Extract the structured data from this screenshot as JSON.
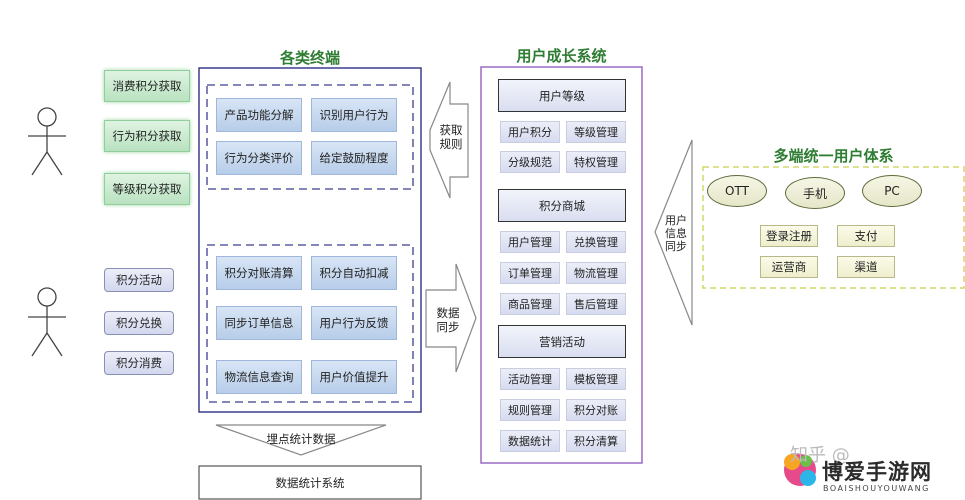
{
  "terminals": {
    "title": "各类终端",
    "top_group": [
      "产品功能分解",
      "识别用户行为",
      "行为分类评价",
      "给定鼓励程度"
    ],
    "bottom_group": [
      "积分对账清算",
      "积分自动扣减",
      "同步订单信息",
      "用户行为反馈",
      "物流信息查询",
      "用户价值提升"
    ]
  },
  "left_actions_top": [
    "消费积分获取",
    "行为积分获取",
    "等级积分获取"
  ],
  "left_actions_bottom": [
    "积分活动",
    "积分兑换",
    "积分消费"
  ],
  "arrows": {
    "get_rules": "获取规则",
    "data_sync": "数据同步",
    "user_info_sync": "用户信息同步",
    "tracking_stats": "埋点统计数据"
  },
  "stats_system": "数据统计系统",
  "growth_system": {
    "title": "用户成长系统",
    "sections": [
      {
        "head": "用户等级",
        "cells": [
          "用户积分",
          "等级管理",
          "分级规范",
          "特权管理"
        ]
      },
      {
        "head": "积分商城",
        "cells": [
          "用户管理",
          "兑换管理",
          "订单管理",
          "物流管理",
          "商品管理",
          "售后管理"
        ]
      },
      {
        "head": "营销活动",
        "cells": [
          "活动管理",
          "模板管理",
          "规则管理",
          "积分对账",
          "数据统计",
          "积分清算"
        ]
      }
    ]
  },
  "unified_system": {
    "title": "多端统一用户体系",
    "ovals": [
      "OTT",
      "手机",
      "PC"
    ],
    "cells": [
      "登录注册",
      "支付",
      "运营商",
      "渠道"
    ]
  },
  "watermark": {
    "zhihu": "知乎 @",
    "site": "博爱手游网",
    "site_pinyin": "BOAISHOUYOUWANG"
  },
  "colors": {
    "terminal_border": "#3b3f8f",
    "growth_border": "#9b6cc4",
    "unified_border": "#d4d86a",
    "title_green": "#2e7d32"
  }
}
